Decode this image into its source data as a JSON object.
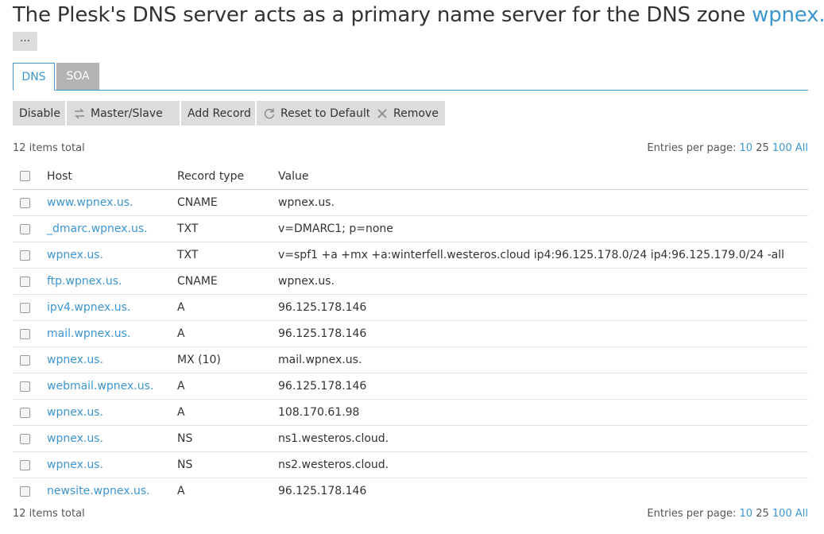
{
  "header": {
    "title_prefix": "The Plesk's DNS server acts as a primary name server for the DNS zone",
    "domain": "wpnex.us",
    "more_label": "···"
  },
  "tabs": [
    {
      "label": "DNS",
      "active": true
    },
    {
      "label": "SOA",
      "active": false
    }
  ],
  "toolbar": {
    "disable_label": "Disable",
    "master_slave_label": "Master/Slave",
    "add_record_label": "Add Record",
    "reset_label": "Reset to Default",
    "remove_label": "Remove"
  },
  "summary": {
    "items_total": "12 items total",
    "entries_label": "Entries per page:",
    "page_sizes": [
      "10",
      "25",
      "100",
      "All"
    ]
  },
  "table": {
    "columns": [
      "Host",
      "Record type",
      "Value"
    ],
    "rows": [
      {
        "host": "www.wpnex.us.",
        "type": "CNAME",
        "value": "wpnex.us."
      },
      {
        "host": "_dmarc.wpnex.us.",
        "type": "TXT",
        "value": "v=DMARC1; p=none"
      },
      {
        "host": "wpnex.us.",
        "type": "TXT",
        "value": "v=spf1 +a +mx +a:winterfell.westeros.cloud ip4:96.125.178.0/24 ip4:96.125.179.0/24 -all"
      },
      {
        "host": "ftp.wpnex.us.",
        "type": "CNAME",
        "value": "wpnex.us."
      },
      {
        "host": "ipv4.wpnex.us.",
        "type": "A",
        "value": "96.125.178.146"
      },
      {
        "host": "mail.wpnex.us.",
        "type": "A",
        "value": "96.125.178.146"
      },
      {
        "host": "wpnex.us.",
        "type": "MX (10)",
        "value": "mail.wpnex.us."
      },
      {
        "host": "webmail.wpnex.us.",
        "type": "A",
        "value": "96.125.178.146"
      },
      {
        "host": "wpnex.us.",
        "type": "A",
        "value": "108.170.61.98"
      },
      {
        "host": "wpnex.us.",
        "type": "NS",
        "value": "ns1.westeros.cloud."
      },
      {
        "host": "wpnex.us.",
        "type": "NS",
        "value": "ns2.westeros.cloud."
      },
      {
        "host": "newsite.wpnex.us.",
        "type": "A",
        "value": "96.125.178.146"
      }
    ]
  },
  "colors": {
    "accent": "#3d96d0",
    "button_bg": "#dcdcdc",
    "inactive_tab": "#b3b3b3"
  }
}
